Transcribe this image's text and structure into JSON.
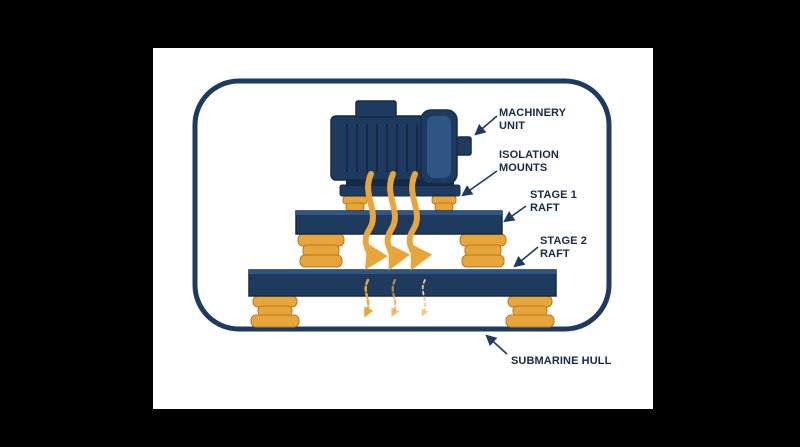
{
  "colors": {
    "navy": "#1f3a5f",
    "navy_light": "#2f5584",
    "navy_dark": "#152a47",
    "amber": "#e8a63a",
    "amber_dark": "#b57a1e",
    "label": "#1a2a44",
    "page": "#000000",
    "canvas": "#ffffff"
  },
  "labels": {
    "machinery": {
      "line1": "MACHINERY",
      "line2": "UNIT"
    },
    "mounts": {
      "line1": "ISOLATION",
      "line2": "MOUNTS"
    },
    "stage1": {
      "line1": "STAGE 1",
      "line2": "RAFT"
    },
    "stage2": {
      "line1": "STAGE 2",
      "line2": "RAFT"
    },
    "hull": {
      "line1": "SUBMARINE HULL"
    }
  }
}
